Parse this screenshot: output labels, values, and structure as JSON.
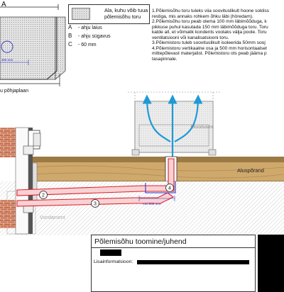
{
  "header": {
    "axis_letter": "A"
  },
  "plan": {
    "inner_label": "300 mm",
    "caption": "u põhjaplaan"
  },
  "legend": {
    "swatch_text": "Ala, kuhu võib tuua põlemisõhu toru"
  },
  "dimensions": [
    {
      "key": "A",
      "text": "- ahju laius"
    },
    {
      "key": "B",
      "text": "- ahju sügavus"
    },
    {
      "key": "C",
      "text": "- 60 mm"
    }
  ],
  "notes": [
    "1.Põlemisõhu toru tuleks viia soovituslikult hoone sokliss",
    "restiga, mis annaks rohkem õhku läbi (höredam).",
    "2.Põlemisõhu toru peab olema 100 mm  läbimõõduga, k",
    "pikkuse puhul kasutada 150 mm läbimõõduga toru. Toru",
    "kalde all, et võimalik kondents voolaks välja poole. Toru",
    "ventilatsiooni või kanalisatsiooni toru.",
    "3.Põlemistoru tuleb soovituslikult isoleerida 50mm  sooj",
    "4.Põlemistoru vertikaalne osa ja 500 mm horisontaalset",
    "mittepõlevast materjalist. Põlemistoru ots peab jääma p",
    "tasapinnale."
  ],
  "section": {
    "moodulahi": "Moodulahi",
    "aluspõrand": "Aluspõrand",
    "vundament": "Vundament",
    "min_label": "min 500 mm",
    "circles": [
      "2",
      "3",
      "4"
    ]
  },
  "title_block": {
    "title": "Põlemisõhu toomine/juhend",
    "lisainfo_label": "Lisainformatsioon:"
  },
  "colors": {
    "outline": "#222222",
    "arrow_blue": "#1e9ad6",
    "pipe_red": "#e0202a",
    "pipe_fill": "#f4c7c9",
    "pipe_blue": "#2a32c8",
    "floor": "#c8a46a",
    "floor_dark": "#8f6a32",
    "brick": "#c46a4a",
    "hatch": "#9a9a9a",
    "stove_fill": "#ececec",
    "redaction": "#000000"
  }
}
